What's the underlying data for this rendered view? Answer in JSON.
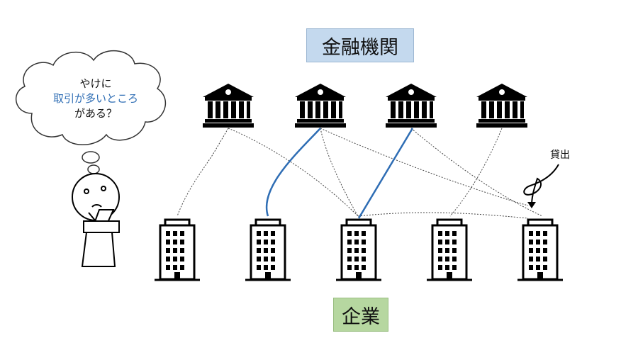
{
  "labels": {
    "banks": "金融機関",
    "companies": "企業",
    "loan": "貸出"
  },
  "thought": {
    "line1": "やけに",
    "line2": "取引が多いところ",
    "line3": "がある？"
  },
  "colors": {
    "banks_label_bg": "#c4d9ee",
    "companies_label_bg": "#b6d7a0",
    "highlight_link": "#2e6db4",
    "dotted_link": "#444444"
  },
  "icons": {
    "bank": "bank-building-icon",
    "company": "office-building-icon",
    "observer": "person-with-glasses-icon"
  }
}
